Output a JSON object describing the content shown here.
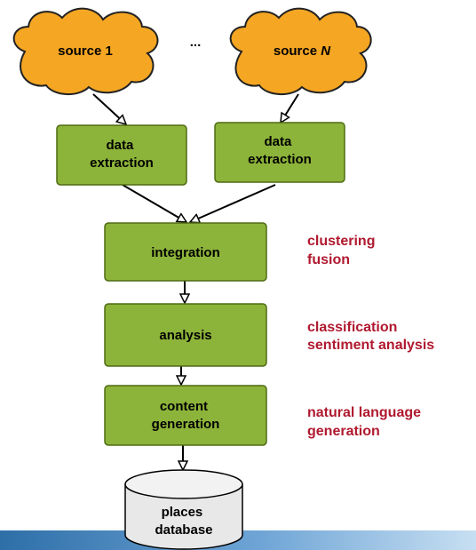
{
  "colors": {
    "box_fill": "#8DB43A",
    "box_stroke": "#4E6B12",
    "cloud_fill": "#F5A623",
    "cloud_stroke": "#222222",
    "annotation": "#B0192F",
    "db_fill": "#E8E8E8",
    "band_dark": "#2E6FA8",
    "band_light": "#C7DFF2"
  },
  "sources": {
    "left": "source 1",
    "right_prefix": "source ",
    "right_var": "N",
    "ellipsis": "..."
  },
  "stages": {
    "extraction_left": [
      "data",
      "extraction"
    ],
    "extraction_right": [
      "data",
      "extraction"
    ],
    "integration": "integration",
    "analysis": "analysis",
    "content_generation": [
      "content",
      "generation"
    ]
  },
  "annotations": {
    "integration": [
      "clustering",
      "fusion"
    ],
    "analysis": [
      "classification",
      "sentiment analysis"
    ],
    "content_generation": [
      "natural language",
      "generation"
    ]
  },
  "database": [
    "places",
    "database"
  ]
}
